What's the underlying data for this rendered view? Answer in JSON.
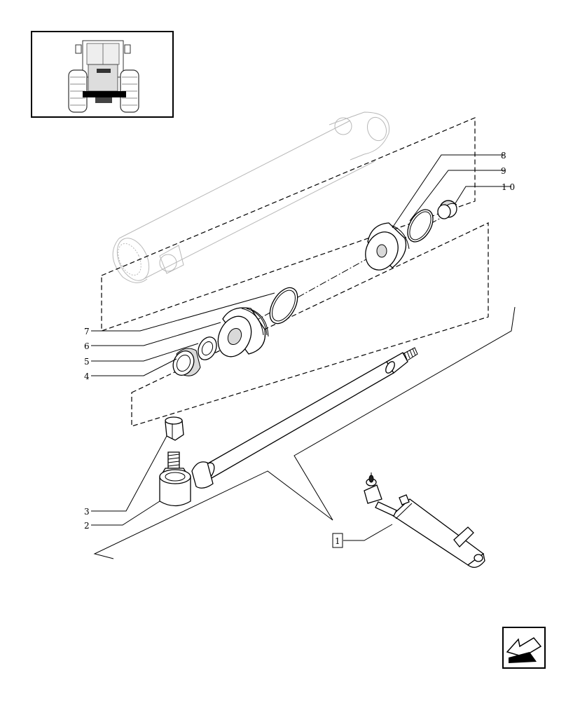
{
  "diagram": {
    "callouts": [
      {
        "id": "c1",
        "label": "1"
      },
      {
        "id": "c2",
        "label": "2"
      },
      {
        "id": "c3",
        "label": "3"
      },
      {
        "id": "c4",
        "label": "4"
      },
      {
        "id": "c5",
        "label": "5"
      },
      {
        "id": "c6",
        "label": "6"
      },
      {
        "id": "c7",
        "label": "7"
      },
      {
        "id": "c8",
        "label": "8"
      },
      {
        "id": "c9",
        "label": "9"
      },
      {
        "id": "c10",
        "label": "1 0"
      }
    ]
  },
  "icons": {
    "thumbnail": "tractor-rear-view-icon",
    "navigation": "arrow-next-page-icon"
  }
}
